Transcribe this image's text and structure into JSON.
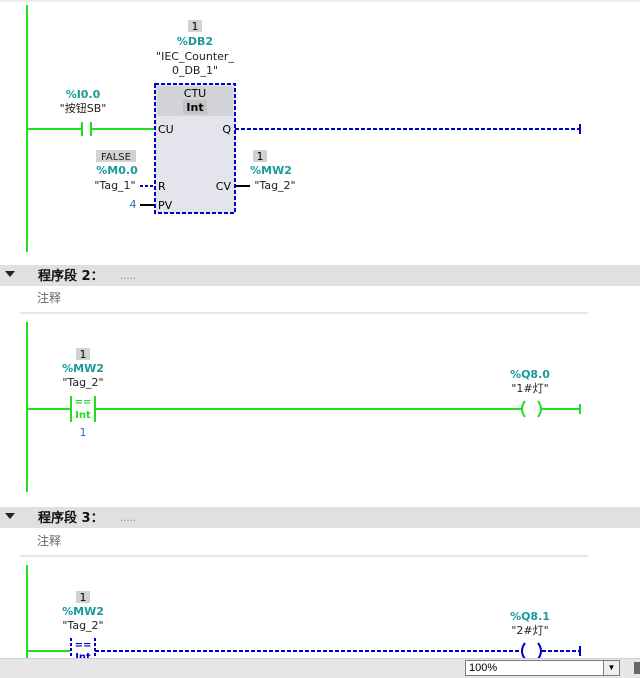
{
  "network1": {
    "instance_ref": "1",
    "instance_addr": "%DB2",
    "instance_name_1": "\"IEC_Counter_",
    "instance_name_2": "0_DB_1\"",
    "block_type": "CTU",
    "block_datatype": "Int",
    "pin_cu": "CU",
    "pin_q": "Q",
    "pin_r": "R",
    "pin_cv": "CV",
    "pin_pv": "PV",
    "contact_addr": "%I0.0",
    "contact_name": "\"按钮SB\"",
    "r_value": "FALSE",
    "r_addr": "%M0.0",
    "r_name": "\"Tag_1\"",
    "pv_value": "4",
    "cv_ref": "1",
    "cv_addr": "%MW2",
    "cv_name": "\"Tag_2\""
  },
  "network2": {
    "title": "程序段 2：",
    "dots": ".....",
    "comment": "注释",
    "cmp_ref": "1",
    "cmp_addr": "%MW2",
    "cmp_name": "\"Tag_2\"",
    "cmp_op": "==",
    "cmp_type": "Int",
    "cmp_value": "1",
    "coil_addr": "%Q8.0",
    "coil_name": "\"1#灯\""
  },
  "network3": {
    "title": "程序段 3：",
    "dots": ".....",
    "comment": "注释",
    "cmp_ref": "1",
    "cmp_addr": "%MW2",
    "cmp_name": "\"Tag_2\"",
    "cmp_op": "==",
    "cmp_type": "Int",
    "coil_addr": "%Q8.1",
    "coil_name": "\"2#灯\""
  },
  "statusbar": {
    "zoom": "100%"
  },
  "colors": {
    "powered": "#22dd22",
    "unpowered": "#0000cc",
    "address": "#1a9a9a",
    "header_bg": "#e0e0e0",
    "block_fill": "#e4e4ec"
  },
  "icons": {
    "collapse": "triangle-down-icon",
    "dropdown": "triangle-down-icon"
  }
}
